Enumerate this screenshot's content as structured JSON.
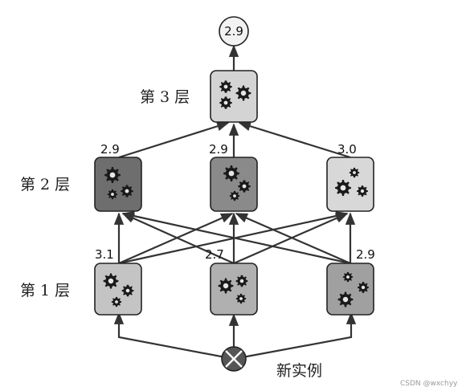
{
  "output": {
    "value": "2.9"
  },
  "layer3": {
    "label": "第 3 层",
    "nodes": [
      {
        "id": "l3n1",
        "fill": "#d4d4d4"
      }
    ]
  },
  "layer2": {
    "label": "第 2 层",
    "nodes": [
      {
        "id": "l2n1",
        "score": "2.9",
        "fill": "#6e6e6e"
      },
      {
        "id": "l2n2",
        "score": "2.9",
        "fill": "#8a8a8a"
      },
      {
        "id": "l2n3",
        "score": "3.0",
        "fill": "#d8d8d8"
      }
    ]
  },
  "layer1": {
    "label": "第 1 层",
    "nodes": [
      {
        "id": "l1n1",
        "score": "3.1",
        "fill": "#c4c4c4"
      },
      {
        "id": "l1n2",
        "score": "2.7",
        "fill": "#b0b0b0"
      },
      {
        "id": "l1n3",
        "score": "2.9",
        "fill": "#a0a0a0"
      }
    ]
  },
  "input": {
    "label": "新实例",
    "icon": "cross-circle-icon"
  },
  "watermark": "CSDN @wxchyy",
  "colors": {
    "line": "#333333",
    "gear": "#1a1a1a"
  }
}
